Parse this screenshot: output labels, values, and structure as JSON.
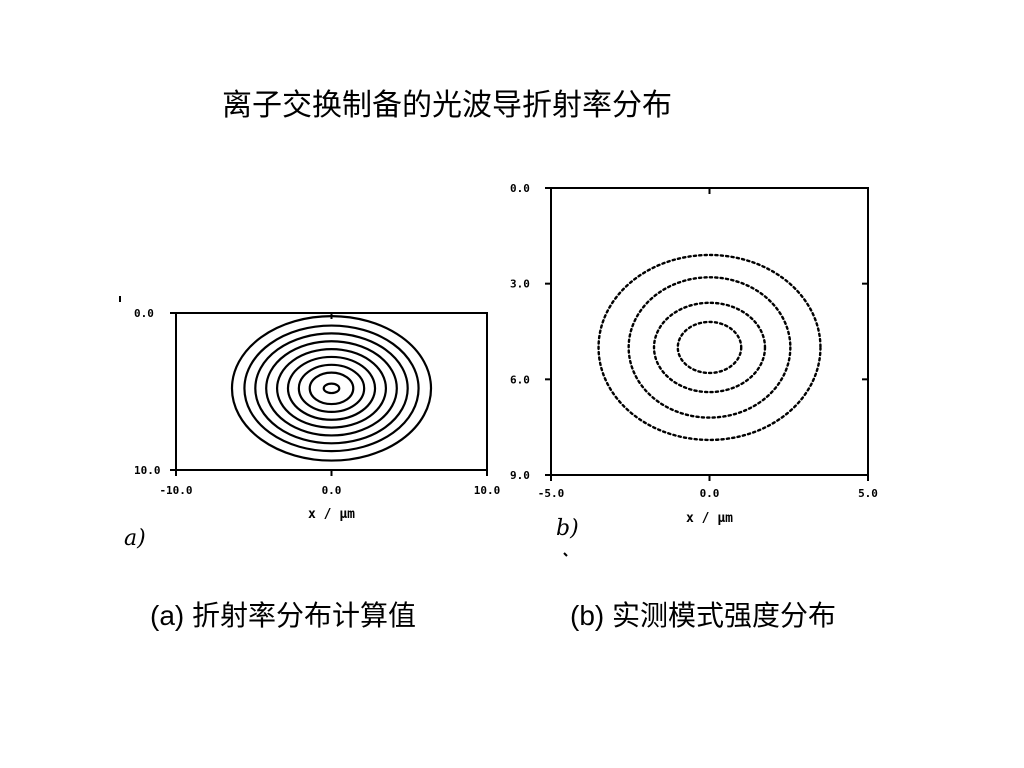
{
  "title": "离子交换制备的光波导折射率分布",
  "captions": {
    "a": "(a) 折射率分布计算值",
    "b": "(b) 实测模式强度分布"
  },
  "chart_data": [
    {
      "type": "contour",
      "panel_label": "a)",
      "xlabel": "x / μm",
      "ylabel": "",
      "xlim": [
        -10.0,
        10.0
      ],
      "ylim": [
        0.0,
        10.0
      ],
      "y_inverted": true,
      "x_ticks": [
        "-10.0",
        "0.0",
        "10.0"
      ],
      "y_ticks": [
        "0.0",
        "10.0"
      ],
      "line_style": "solid",
      "center": [
        0.0,
        4.8
      ],
      "contour_radii": [
        {
          "rx": 6.4,
          "ry": 4.6
        },
        {
          "rx": 5.6,
          "ry": 4.0
        },
        {
          "rx": 4.9,
          "ry": 3.5
        },
        {
          "rx": 4.2,
          "ry": 3.0
        },
        {
          "rx": 3.5,
          "ry": 2.5
        },
        {
          "rx": 2.8,
          "ry": 2.0
        },
        {
          "rx": 2.1,
          "ry": 1.5
        },
        {
          "rx": 1.4,
          "ry": 1.0
        },
        {
          "rx": 0.5,
          "ry": 0.3
        }
      ]
    },
    {
      "type": "contour",
      "panel_label": "b)",
      "xlabel": "x / μm",
      "ylabel": "",
      "xlim": [
        -5.0,
        5.0
      ],
      "ylim": [
        0.0,
        9.0
      ],
      "y_inverted": true,
      "x_ticks": [
        "-5.0",
        "0.0",
        "5.0"
      ],
      "y_ticks": [
        "0.0",
        "3.0",
        "6.0",
        "9.0"
      ],
      "line_style": "dotted",
      "center": [
        0.0,
        5.0
      ],
      "contour_radii": [
        {
          "rx": 3.5,
          "ry": 2.9
        },
        {
          "rx": 2.55,
          "ry": 2.2
        },
        {
          "rx": 1.75,
          "ry": 1.4
        },
        {
          "rx": 1.0,
          "ry": 0.8
        }
      ]
    }
  ]
}
